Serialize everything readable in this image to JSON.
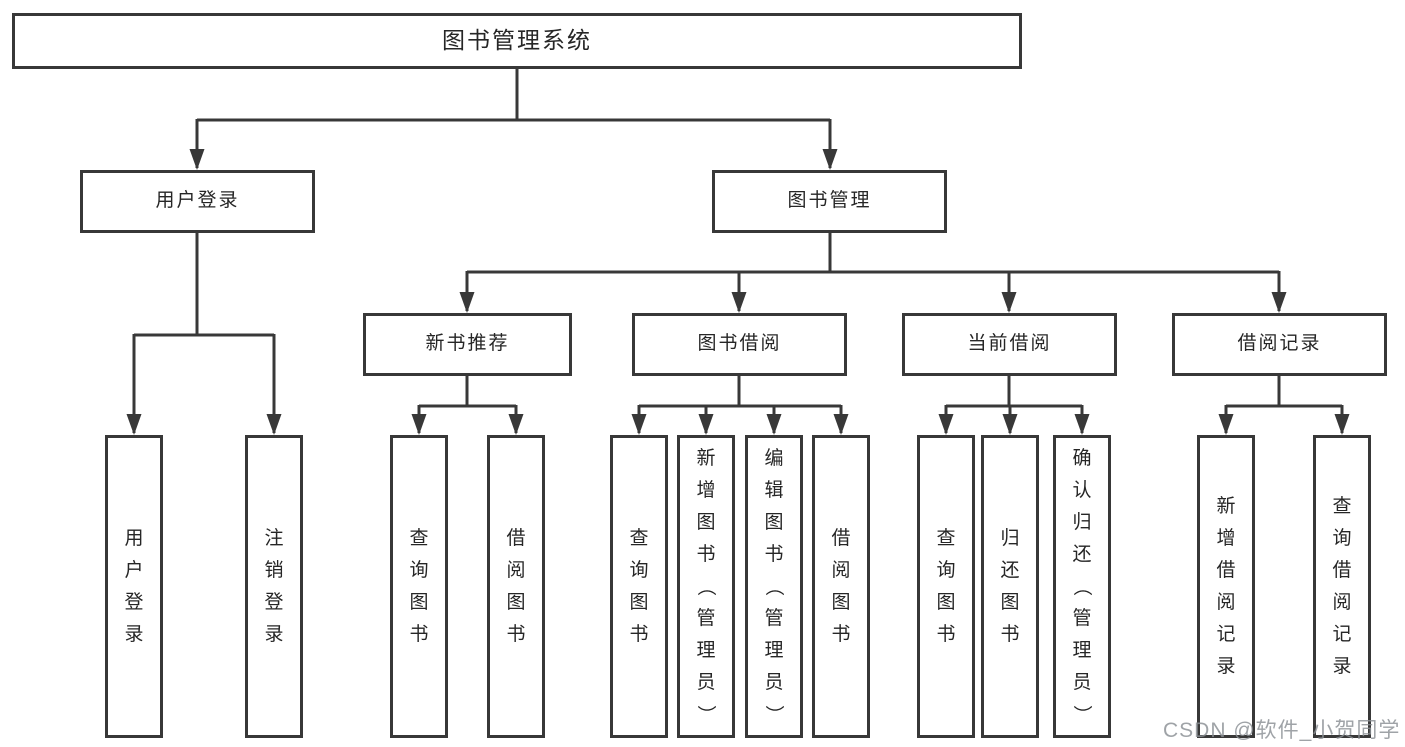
{
  "nodes": {
    "root": {
      "label": "图书管理系统"
    },
    "level2": [
      {
        "id": "user-login",
        "label": "用户登录"
      },
      {
        "id": "book-management",
        "label": "图书管理"
      }
    ],
    "level3": [
      {
        "id": "new-book-recommend",
        "label": "新书推荐"
      },
      {
        "id": "book-borrow",
        "label": "图书借阅"
      },
      {
        "id": "current-borrow",
        "label": "当前借阅"
      },
      {
        "id": "borrow-records",
        "label": "借阅记录"
      }
    ],
    "leaves": [
      {
        "label": "用户登录"
      },
      {
        "label": "注销登录"
      },
      {
        "label": "查询图书"
      },
      {
        "label": "借阅图书"
      },
      {
        "label": "查询图书"
      },
      {
        "label": "新增图书（管理员）"
      },
      {
        "label": "编辑图书（管理员）"
      },
      {
        "label": "借阅图书"
      },
      {
        "label": "查询图书"
      },
      {
        "label": "归还图书"
      },
      {
        "label": "确认归还（管理员）"
      },
      {
        "label": "新增借阅记录"
      },
      {
        "label": "查询借阅记录"
      }
    ]
  },
  "watermark": {
    "text": "CSDN @软件_小贺同学"
  },
  "colors": {
    "line": "#383838",
    "text": "#262626",
    "background": "#ffffff",
    "watermark": "#8a8f94"
  }
}
